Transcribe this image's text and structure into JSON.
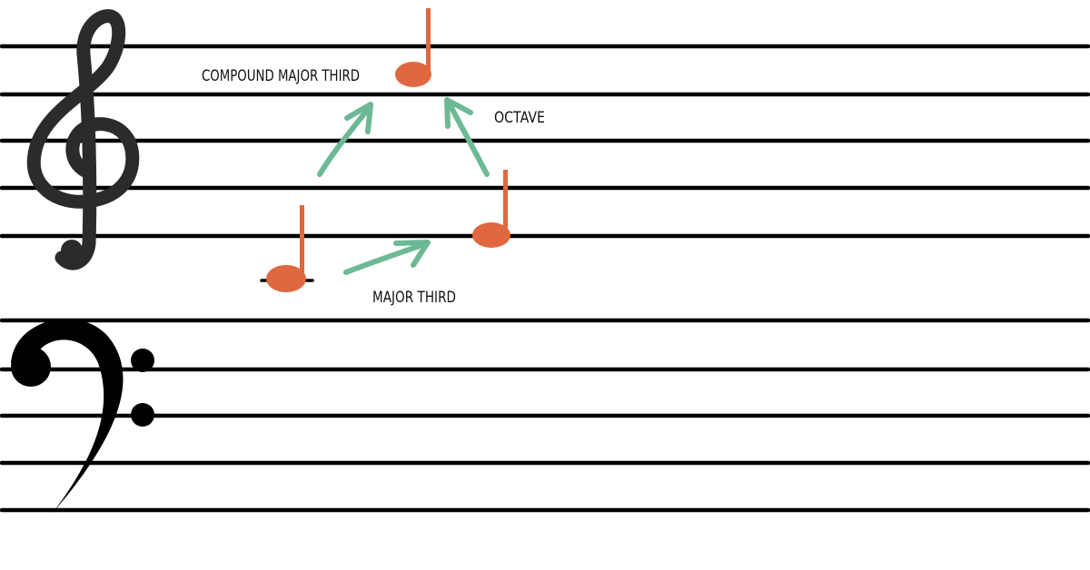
{
  "colors": {
    "staff_line": "#000000",
    "note": "#df6840",
    "arrow": "#6db996",
    "clef": "#2b2b2b",
    "bass_clef": "#000000",
    "text": "#111111"
  },
  "clefs": {
    "treble": "treble-clef-icon",
    "bass": "bass-clef-icon"
  },
  "labels": {
    "compound_major_third": "COMPOUND MAJOR THIRD",
    "octave": "OCTAVE",
    "major_third": "MAJOR THIRD"
  },
  "notes": [
    {
      "name": "low-note",
      "kind": "quarter-note"
    },
    {
      "name": "middle-note",
      "kind": "quarter-note"
    },
    {
      "name": "high-note",
      "kind": "quarter-note"
    }
  ],
  "intervals": [
    {
      "from": "low-note",
      "to": "middle-note",
      "label": "MAJOR THIRD"
    },
    {
      "from": "middle-note",
      "to": "high-note",
      "label": "OCTAVE"
    },
    {
      "from": "low-note",
      "to": "high-note",
      "label": "COMPOUND MAJOR THIRD"
    }
  ]
}
